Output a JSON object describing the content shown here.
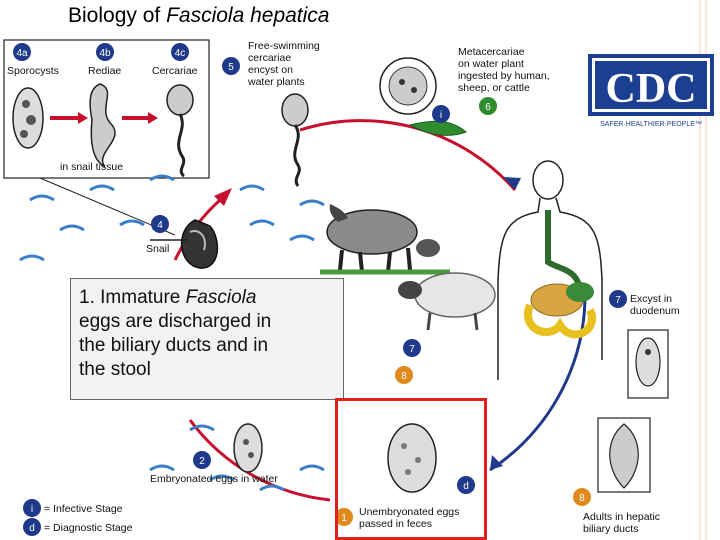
{
  "title": {
    "prefix": "Biology of ",
    "species": "Fasciola hepatica"
  },
  "caption": {
    "number": "1.",
    "immature": " Immature ",
    "genus": "Fasciola",
    "line_rest1": "eggs are discharged in",
    "line_rest2": "the biliary ducts and in",
    "line_rest3": "the stool"
  },
  "stages": {
    "s4a": {
      "badge": "4a",
      "label": "Sporocysts"
    },
    "s4b": {
      "badge": "4b",
      "label": "Rediae"
    },
    "s4c": {
      "badge": "4c",
      "label": "Cercariae"
    },
    "tissue": "in snail tissue",
    "s4": {
      "badge": "4",
      "label": "Snail"
    },
    "s5": {
      "badge": "5",
      "label_lines": [
        "Free-swimming",
        "cercariae",
        "encyst on",
        "water plants"
      ]
    },
    "s6": {
      "badge": "6",
      "label_lines": [
        "Metacercariae",
        "on water plant",
        "ingested by human,",
        "sheep, or cattle"
      ]
    },
    "s7": {
      "badge": "7",
      "label_lines": [
        "Excyst in",
        "duodenum"
      ]
    },
    "s8": {
      "badge": "8",
      "label_lines": [
        "Adults in hepatic",
        "biliary ducts"
      ]
    },
    "s7b": {
      "badge": "7"
    },
    "s8b": {
      "badge": "8"
    },
    "s1": {
      "badge": "1",
      "label_lines": [
        "Unembryonated eggs",
        "passed in feces"
      ]
    },
    "s2": {
      "badge": "2",
      "label": "Embryonated eggs in water"
    },
    "d_badge": "d",
    "i_badge": "i"
  },
  "legend": {
    "infective": {
      "badge": "i",
      "label": "= Infective Stage"
    },
    "diagnostic": {
      "badge": "d",
      "label": "= Diagnostic Stage"
    }
  },
  "logo": {
    "text": "CDC",
    "tagline": "SAFER·HEALTHIER·PEOPLE™"
  },
  "colors": {
    "cycle_red": "#c8102e",
    "cycle_blue": "#1f3a8a",
    "badge_blue": "#1f3a8a",
    "badge_green": "#2e8b2e",
    "badge_orange": "#e08a1e",
    "water_blue": "#3a7ec7",
    "highlight_red": "#e0201b",
    "cdc_blue": "#1c3f94"
  }
}
